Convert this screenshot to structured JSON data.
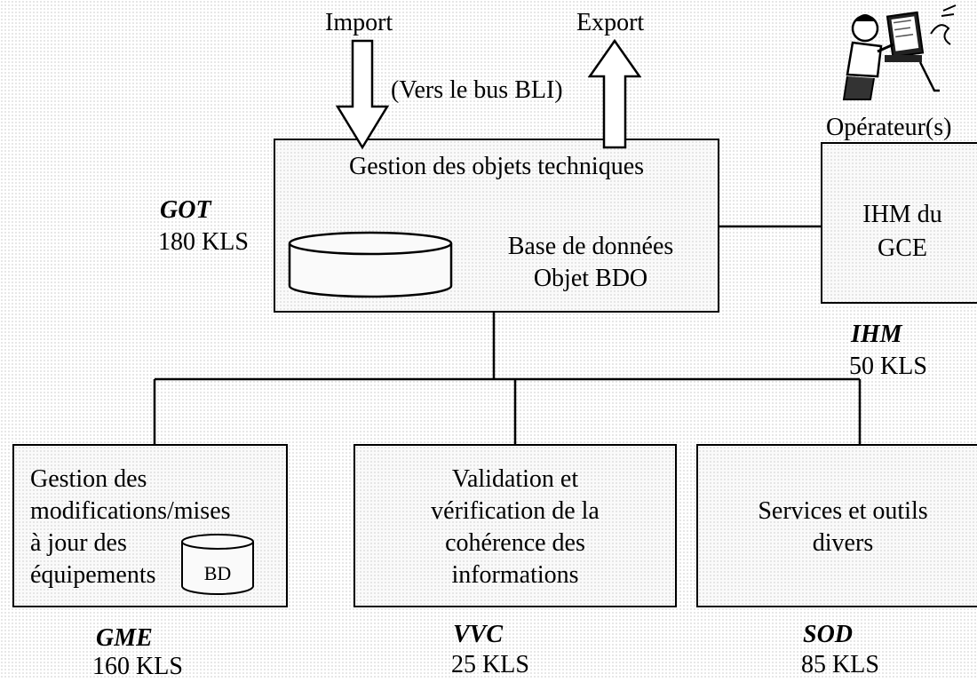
{
  "top": {
    "import_label": "Import",
    "export_label": "Export",
    "bus_note": "(Vers le bus BLI)",
    "operator_label": "Opérateur(s)"
  },
  "got": {
    "title": "Gestion des objets techniques",
    "db_line1": "Base de données",
    "db_line2": "Objet BDO",
    "code": "GOT",
    "size": "180 KLS"
  },
  "ihm": {
    "line1": "IHM du",
    "line2": "GCE",
    "code": "IHM",
    "size": "50 KLS"
  },
  "gme": {
    "lines": [
      "Gestion des",
      "modifications/mises",
      "à jour des",
      "équipements"
    ],
    "db_label": "BD",
    "code": "GME",
    "size": "160 KLS"
  },
  "vvc": {
    "lines": [
      "Validation et",
      "vérification de la",
      "cohérence des",
      "informations"
    ],
    "code": "VVC",
    "size": "25 KLS"
  },
  "sod": {
    "lines": [
      "Services et outils",
      "divers"
    ],
    "code": "SOD",
    "size": "85 KLS"
  },
  "icons": [
    "operator-at-computer-icon",
    "database-cylinder-icon",
    "import-arrow-icon",
    "export-arrow-icon"
  ]
}
